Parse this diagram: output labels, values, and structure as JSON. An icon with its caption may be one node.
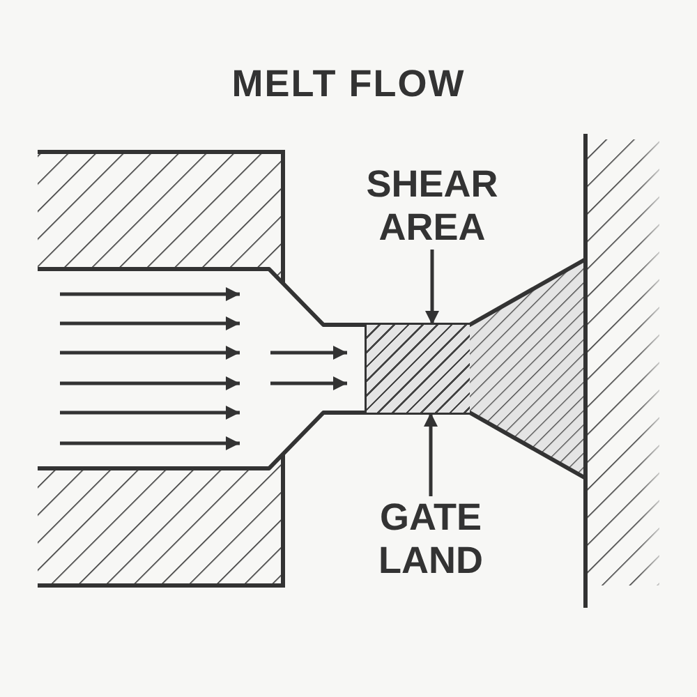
{
  "diagram": {
    "title": "MELT FLOW",
    "nodes": [
      {
        "text": [
          "SHEAR AREA"
        ]
      },
      {
        "text": [
          "GATE LAND"
        ]
      },
      {
        "text": [],
        "shape": "box"
      }
    ],
    "edges": [
      {
        "from": 0,
        "to": 2,
        "arrow": "to"
      },
      {
        "from": 1,
        "to": 2,
        "arrow": "to"
      }
    ]
  }
}
